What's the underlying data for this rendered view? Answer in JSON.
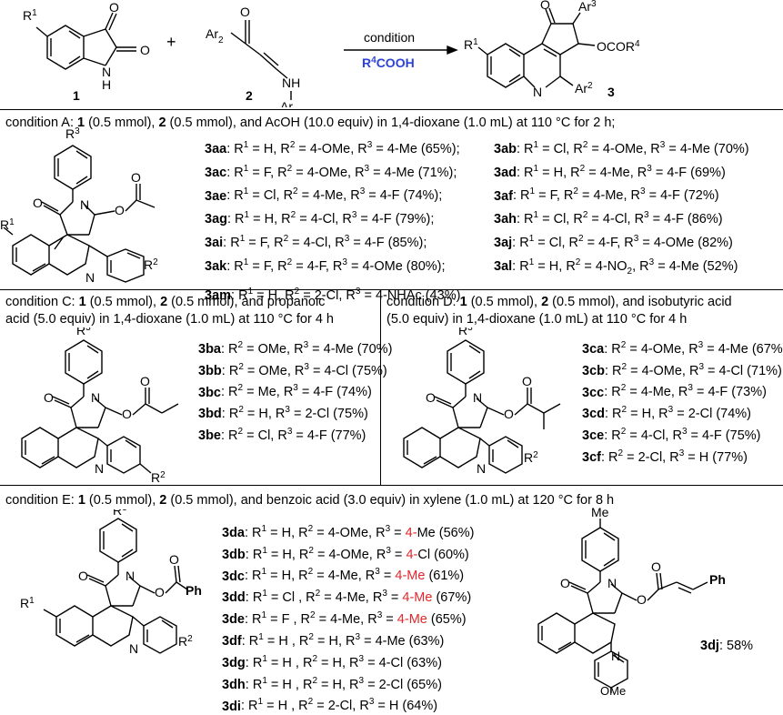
{
  "scheme": {
    "isatin_label": "1",
    "enaminone_label": "2",
    "product_label": "3",
    "plus": "+",
    "arrow_top": "condition",
    "arrow_bottom": "R4COOH",
    "atoms": {
      "R1": "R1",
      "O": "O",
      "N": "N",
      "H": "H",
      "Ar2": "Ar2",
      "Ar3": "Ar3",
      "NH": "NH",
      "OCOR4": "OCOR4"
    }
  },
  "condition_A": {
    "text": "condition A: 1 (0.5 mmol), 2 (0.5 mmol), and AcOH (10.0 equiv) in 1,4-dioxane (1.0 mL) at 110 °C for 2 h;",
    "entries": [
      {
        "id": "3aa",
        "text": ": R1 = H, R2 = 4-OMe, R3 = 4-Me (65%);"
      },
      {
        "id": "3ab",
        "text": ": R1 = Cl, R2 = 4-OMe, R3 = 4-Me (70%)"
      },
      {
        "id": "3ac",
        "text": ": R1 = F, R2 = 4-OMe, R3 = 4-Me (71%);"
      },
      {
        "id": "3ad",
        "text": ": R1 = H, R2 = 4-Me, R3 = 4-F (69%)"
      },
      {
        "id": "3ae",
        "text": ": R1 = Cl, R2 = 4-Me, R3 = 4-F (74%);"
      },
      {
        "id": "3af",
        "text": ": R1 = F, R2 = 4-Me, R3 = 4-F (72%)"
      },
      {
        "id": "3ag",
        "text": ": R1 = H, R2 = 4-Cl, R3 = 4-F (79%);"
      },
      {
        "id": "3ah",
        "text": ": R1 = Cl, R2 = 4-Cl, R3 = 4-F (86%)"
      },
      {
        "id": "3ai",
        "text": ": R1 = F, R2 = 4-Cl, R3 = 4-F (85%);"
      },
      {
        "id": "3aj",
        "text": ": R1 = Cl, R2 = 4-F, R3 = 4-OMe (82%)"
      },
      {
        "id": "3ak",
        "text": ": R1 = F, R2 = 4-F, R3 = 4-OMe (80%);"
      },
      {
        "id": "3al",
        "text": ": R1 = H, R2 = 4-NO2, R3 = 4-Me (52%)"
      },
      {
        "id": "3am",
        "text": ": R1 = H, R2 = 2-Cl, R3 = 4-NHAc (43%)"
      }
    ]
  },
  "condition_C": {
    "line1": "condition C: 1 (0.5 mmol), 2 (0.5 mmol), and propanoic",
    "line2": "acid (5.0 equiv) in 1,4-dioxane (1.0 mL) at 110 °C for 4 h",
    "entries": [
      {
        "id": "3ba",
        "text": ": R2 = OMe, R3 = 4-Me (70%)"
      },
      {
        "id": "3bb",
        "text": ": R2 = OMe, R3 = 4-Cl (75%)"
      },
      {
        "id": "3bc",
        "text": ": R2 = Me, R3 = 4-F (74%)"
      },
      {
        "id": "3bd",
        "text": ": R2 = H, R3 = 2-Cl (75%)"
      },
      {
        "id": "3be",
        "text": ": R2 = Cl, R3 = 4-F (77%)"
      }
    ]
  },
  "condition_D": {
    "line1": "condition D: 1 (0.5 mmol), 2 (0.5 mmol), and isobutyric acid",
    "line2": "(5.0 equiv) in 1,4-dioxane (1.0 mL) at 110 °C for 4 h",
    "entries": [
      {
        "id": "3ca",
        "text": ": R2 = 4-OMe, R3 = 4-Me (67%)"
      },
      {
        "id": "3cb",
        "text": ": R2 = 4-OMe, R3 = 4-Cl (71%)"
      },
      {
        "id": "3cc",
        "text": ": R2 = 4-Me, R3 = 4-F (73%)"
      },
      {
        "id": "3cd",
        "text": ": R2 = H, R3 = 2-Cl (74%)"
      },
      {
        "id": "3ce",
        "text": ": R2 = 4-Cl, R3 = 4-F (75%)"
      },
      {
        "id": "3cf",
        "text": ": R2 = 2-Cl, R3 = H (77%)"
      }
    ]
  },
  "condition_E": {
    "text": "condition E: 1 (0.5 mmol), 2 (0.5 mmol), and benzoic acid (3.0 equiv) in xylene (1.0 mL) at 120 °C for 8 h",
    "entries": [
      {
        "id": "3da",
        "pre": ":  R1 = H, R2 = 4-OMe, R3 = ",
        "red": "4-",
        "post": "Me (56%)"
      },
      {
        "id": "3db",
        "pre": ":  R1 = H, R2 = 4-OMe, R3 = ",
        "red": "4-",
        "post": "Cl (60%)"
      },
      {
        "id": "3dc",
        "pre": ":  R1 = H, R2 = 4-Me, R3 = ",
        "red": "4-Me",
        "post": " (61%)"
      },
      {
        "id": "3dd",
        "pre": ": R1 = Cl , R2 = 4-Me, R3 = ",
        "red": "4-Me",
        "post": " (67%)"
      },
      {
        "id": "3de",
        "pre": ": R1 = F , R2 = 4-Me, R3 = ",
        "red": "4-Me",
        "post": " (65%)"
      },
      {
        "id": "3df",
        "pre": ": R1 = H , R2 = H, R3 = 4-Me (63%)",
        "red": "",
        "post": ""
      },
      {
        "id": "3dg",
        "pre": ": R1 = H , R2 = H, R3 = 4-Cl (63%)",
        "red": "",
        "post": ""
      },
      {
        "id": "3dh",
        "pre": ": R1 = H , R2 = H, R3 = 2-Cl (65%)",
        "red": "",
        "post": ""
      },
      {
        "id": "3di",
        "pre": ": R1 = H , R2 = 2-Cl, R3 = H (64%)",
        "red": "",
        "post": ""
      }
    ],
    "special": {
      "id": "3dj",
      "text": ": 58%"
    },
    "special_labels": {
      "Me": "Me",
      "OMe": "OMe",
      "Ph": "Ph"
    }
  }
}
